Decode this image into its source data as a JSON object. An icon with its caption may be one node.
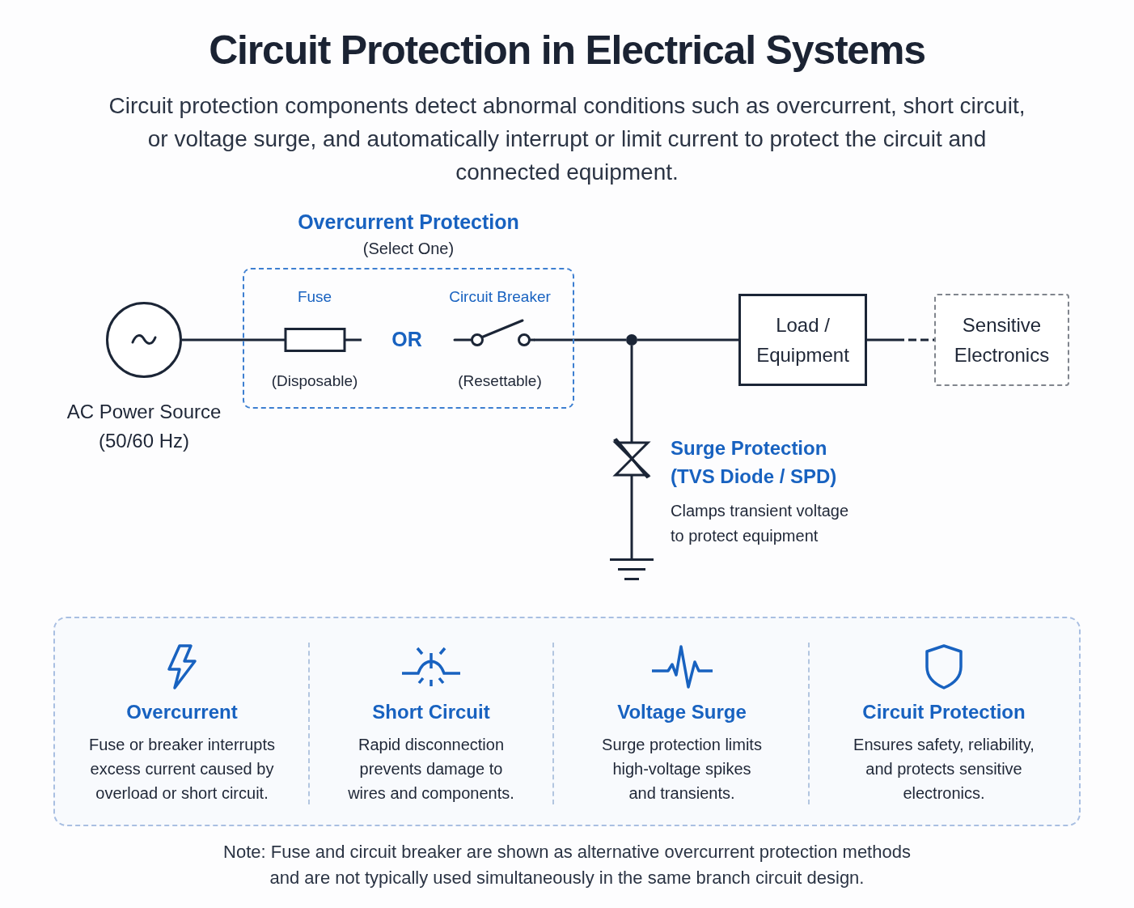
{
  "diagram": {
    "title": "Circuit Protection in Electrical Systems",
    "nodes": [
      {
        "text": [
          "AC Power Source (50/60 Hz)"
        ]
      },
      {
        "text": [
          "Overcurrent Protection",
          "(Select One)"
        ]
      },
      {
        "text": [
          "Fuse",
          "(Disposable)"
        ],
        "in": 1
      },
      {
        "text": [
          "Circuit Breaker",
          "(Resettable)"
        ],
        "in": 1
      },
      {
        "text": [],
        "shape": "circle"
      },
      {
        "text": [
          "Load / Equipment"
        ]
      },
      {
        "text": [
          "Sensitive Electronics"
        ]
      },
      {
        "text": [
          "Surge Protection (TVS Diode / SPD)",
          "Clamps transient voltage to protect equipment"
        ]
      },
      {
        "text": [],
        "shape": "ground"
      }
    ],
    "edges": [
      {
        "from": 0,
        "to": 2,
        "arrow": "none"
      },
      {
        "from": 3,
        "to": 4,
        "arrow": "none"
      },
      {
        "from": 4,
        "to": 5,
        "arrow": "none"
      },
      {
        "from": 5,
        "to": 6,
        "arrow": "none",
        "style": "dashed"
      },
      {
        "from": 4,
        "to": 7,
        "arrow": "none"
      },
      {
        "from": 7,
        "to": 8,
        "arrow": "none"
      }
    ],
    "labels": [
      "Circuit protection components detect abnormal conditions such as overcurrent, short circuit, or voltage surge, and automatically interrupt or limit current to protect the circuit and connected equipment.",
      "OR",
      "Overcurrent",
      "Fuse or breaker interrupts excess current caused by overload or short circuit.",
      "Short Circuit",
      "Rapid disconnection prevents damage to wires and components.",
      "Voltage Surge",
      "Surge protection limits high-voltage spikes and transients.",
      "Circuit Protection",
      "Ensures safety, reliability, and protects sensitive electronics.",
      "Note: Fuse and circuit breaker are shown as alternative overcurrent protection methods and are not typically used simultaneously in the same branch circuit design."
    ]
  }
}
